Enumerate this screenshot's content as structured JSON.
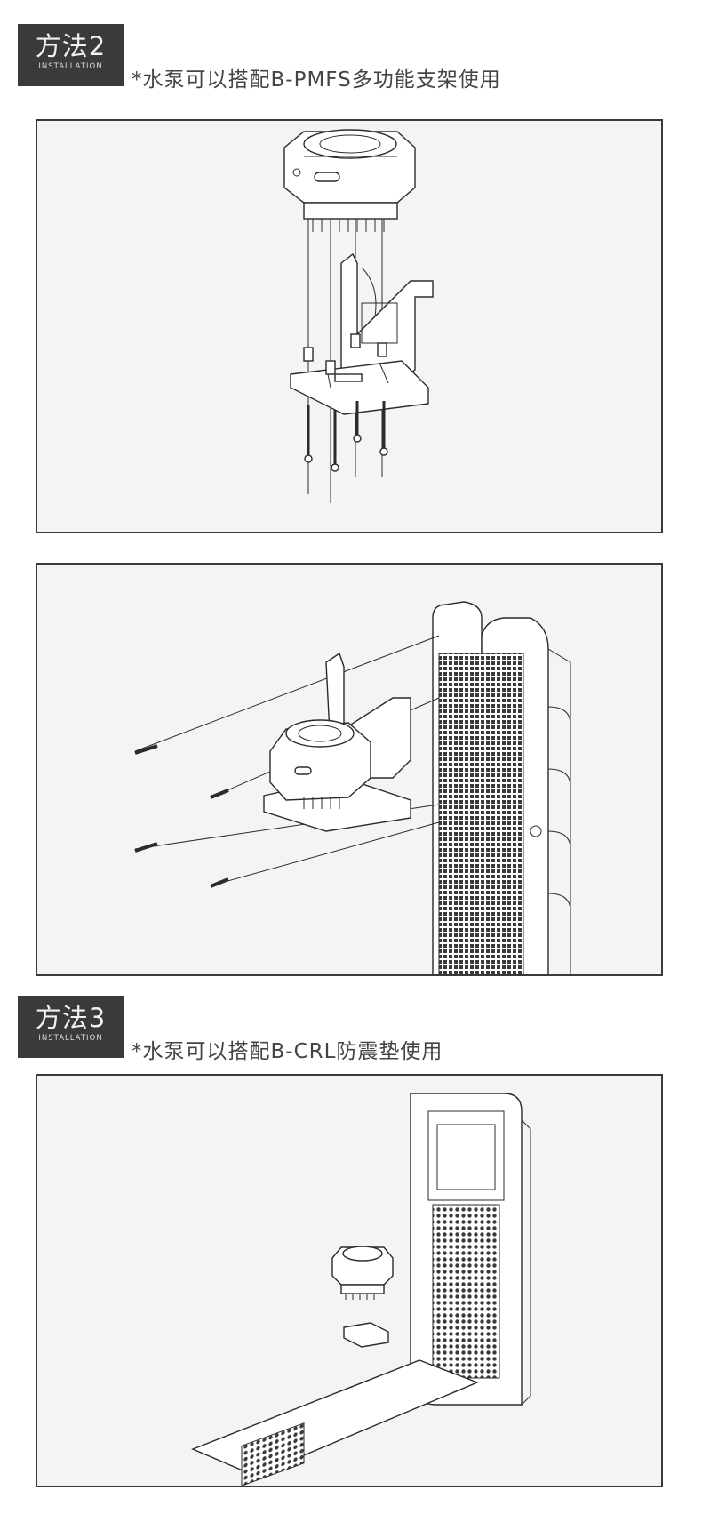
{
  "sections": [
    {
      "title": "方法2",
      "sub": "INSTALLATION",
      "caption": "*水泵可以搭配B-PMFS多功能支架使用"
    },
    {
      "title": "方法3",
      "sub": "INSTALLATION",
      "caption": "*水泵可以搭配B-CRL防震垫使用"
    }
  ],
  "colors": {
    "tag_bg": "#3a3a3a",
    "panel_bg": "#f4f4f4",
    "line": "#2b2b2b"
  }
}
